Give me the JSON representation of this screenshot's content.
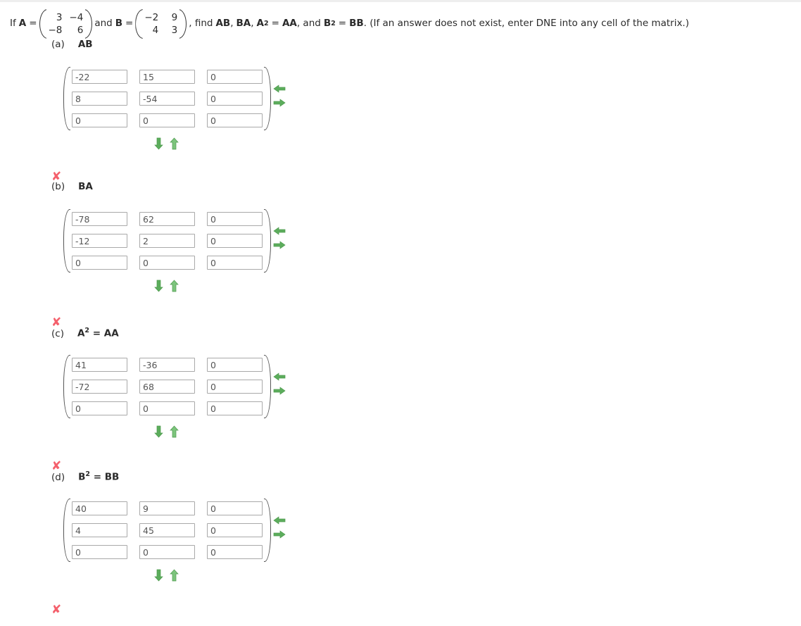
{
  "question": {
    "prefix": "If",
    "var_a": "A",
    "eq": "=",
    "matrix_a": {
      "rows": [
        [
          "3",
          "−4"
        ],
        [
          "−8",
          "6"
        ]
      ]
    },
    "conj": "and",
    "var_b": "B",
    "matrix_b": {
      "rows": [
        [
          "−2",
          "9"
        ],
        [
          "4",
          "3"
        ]
      ]
    },
    "find_text": ", find",
    "term1": "AB",
    "comma1": ",",
    "term2": "BA",
    "comma2": ",",
    "term3_base": "A",
    "term3_sup": "2",
    "term3_eq": "=",
    "term3_rhs": "AA",
    "comma3": ", and",
    "term4_base": "B",
    "term4_sup": "2",
    "term4_eq": "=",
    "term4_rhs": "BB",
    "suffix": ". (If an answer does not exist, enter DNE into any cell of the matrix.)"
  },
  "icons": {
    "left_arrow": "left-arrow-icon",
    "right_arrow": "right-arrow-icon",
    "down_arrow": "down-arrow-icon",
    "up_arrow": "up-arrow-icon",
    "incorrect": "✘"
  },
  "colors": {
    "arrow_green": "#5cad5c",
    "arrow_green_light": "#7cc47c",
    "incorrect_red": "#f4606c",
    "cell_border": "#a9a9a9",
    "cell_text": "#555555"
  },
  "parts": [
    {
      "label": "(a)",
      "title": "AB",
      "title_sup": "",
      "title_rhs": "",
      "values": [
        [
          "-22",
          "15",
          "0"
        ],
        [
          "8",
          "-54",
          "0"
        ],
        [
          "0",
          "0",
          "0"
        ]
      ],
      "feedback": "✘"
    },
    {
      "label": "(b)",
      "title": "BA",
      "title_sup": "",
      "title_rhs": "",
      "values": [
        [
          "-78",
          "62",
          "0"
        ],
        [
          "-12",
          "2",
          "0"
        ],
        [
          "0",
          "0",
          "0"
        ]
      ],
      "feedback": "✘"
    },
    {
      "label": "(c)",
      "title": "A",
      "title_sup": "2",
      "title_rhs": "= AA",
      "values": [
        [
          "41",
          "-36",
          "0"
        ],
        [
          "-72",
          "68",
          "0"
        ],
        [
          "0",
          "0",
          "0"
        ]
      ],
      "feedback": "✘"
    },
    {
      "label": "(d)",
      "title": "B",
      "title_sup": "2",
      "title_rhs": "= BB",
      "values": [
        [
          "40",
          "9",
          "0"
        ],
        [
          "4",
          "45",
          "0"
        ],
        [
          "0",
          "0",
          "0"
        ]
      ],
      "feedback": "✘"
    }
  ]
}
